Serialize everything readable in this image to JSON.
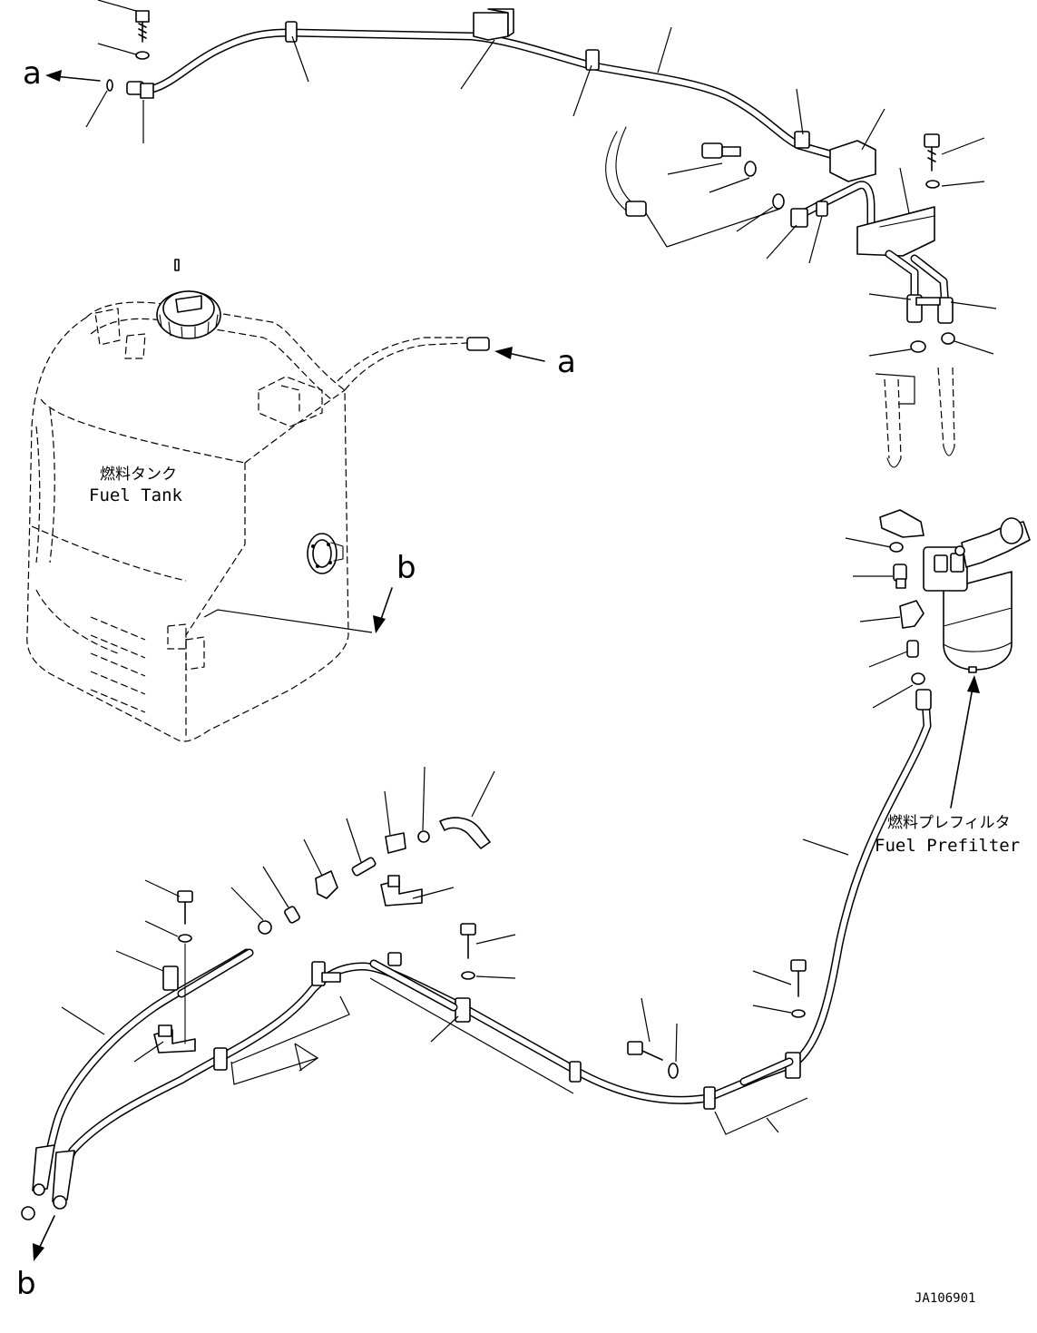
{
  "labels": {
    "fuel_tank_jp": "燃料タンク",
    "fuel_tank_en": "Fuel Tank",
    "prefilter_jp": "燃料プレフィルタ",
    "prefilter_en": "Fuel Prefilter",
    "ref_a_left": "a",
    "ref_a_right": "a",
    "ref_b_tank": "b",
    "ref_b_bottom": "b",
    "drawing_code": "JA106901"
  }
}
